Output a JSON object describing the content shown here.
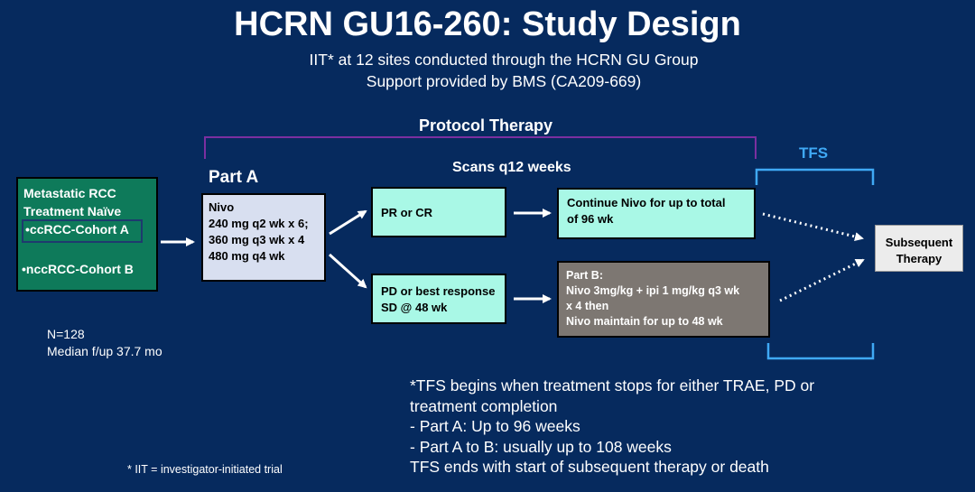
{
  "title": "HCRN GU16-260: Study Design",
  "subtitle_line1": "IIT* at 12 sites conducted through the HCRN GU Group",
  "subtitle_line2": "Support provided by BMS  (CA209-669)",
  "protocol_label": "Protocol Therapy",
  "tfs_label": "TFS",
  "part_a_label": "Part A",
  "scans_label": "Scans q12 weeks",
  "metastatic": {
    "line1": "Metastatic RCC",
    "line2": "Treatment Naïve",
    "cohort_a": "•ccRCC-Cohort A",
    "cohort_b": "•nccRCC-Cohort B"
  },
  "nivo_box": [
    "Nivo",
    "240 mg q2 wk x 6;",
    "360 mg q3 wk x 4",
    "480 mg q4 wk"
  ],
  "pr_cr": "PR or CR",
  "pd_box": [
    "PD or best response",
    "SD @ 48 wk"
  ],
  "continue_box": [
    "Continue Nivo for up to total",
    "of 96 wk"
  ],
  "part_b_box": [
    "Part B:",
    "Nivo 3mg/kg + ipi 1 mg/kg q3 wk",
    "x 4 then",
    "Nivo maintain for up to 48 wk"
  ],
  "subsequent": [
    "Subsequent",
    "Therapy"
  ],
  "stats": [
    "N=128",
    "Median f/up 37.7 mo"
  ],
  "footnote": [
    "*TFS begins when treatment stops for either TRAE, PD or",
    "treatment completion",
    "-   Part A: Up to 96 weeks",
    "-   Part A to B: usually up to 108 weeks",
    "TFS ends with start of subsequent therapy or death"
  ],
  "iit_note": "* IIT = investigator-initiated trial",
  "colors": {
    "background": "#062a5e",
    "bracket_protocol": "#7b2fa0",
    "bracket_tfs": "#3fa9f5",
    "cohort_green": "#0e7a5a",
    "response_box": "#a9f8e6",
    "part_b_box": "#7d7772"
  }
}
